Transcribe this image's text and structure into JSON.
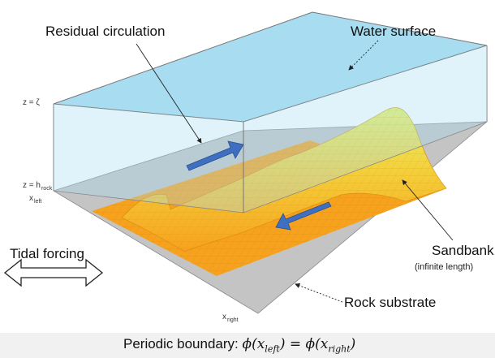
{
  "labels": {
    "residual_circulation": "Residual circulation",
    "water_surface": "Water surface",
    "z_zeta": "z = ζ",
    "z_hrock_main": "z = h",
    "z_hrock_sub": "rock",
    "x_left_main": "x",
    "x_left_sub": "left",
    "tidal_forcing": "Tidal forcing",
    "sandbank": "Sandbank",
    "infinite_length": "(infinite length)",
    "rock_substrate": "Rock substrate",
    "x_right_main": "x",
    "x_right_sub": "right",
    "periodic_prefix": "Periodic boundary: ",
    "phi_left": "ϕ(x",
    "left_sub": "left",
    "equals": ") = ϕ(x",
    "right_sub": "right",
    "close": ")"
  },
  "colors": {
    "water": "#a8dcf0",
    "rock": "#c4c4c4",
    "sand": "#f5a623",
    "arrow": "#3f6fc0"
  }
}
